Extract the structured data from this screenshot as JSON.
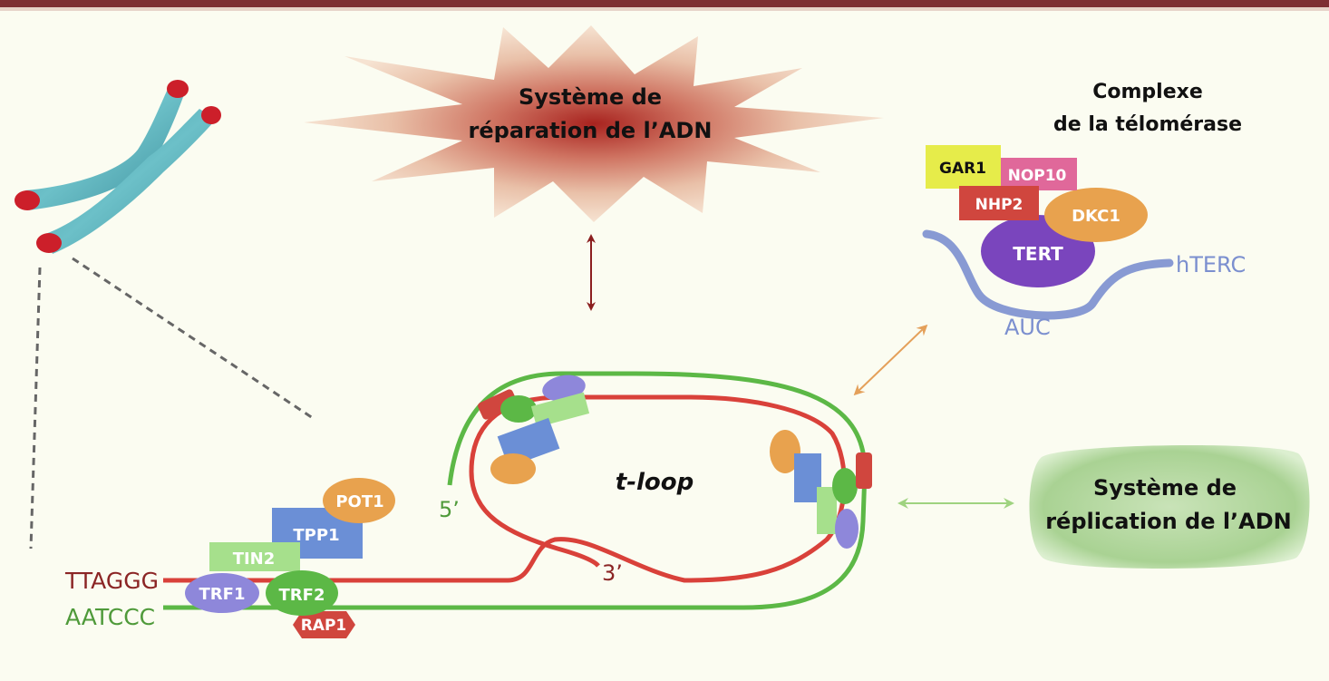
{
  "repair_system": {
    "line1": "Système de",
    "line2": "réparation de l’ADN"
  },
  "telomerase": {
    "title_line1": "Complexe",
    "title_line2": "de la télomérase",
    "proteins": {
      "gar1": "GAR1",
      "nop10": "NOP10",
      "nhp2": "NHP2",
      "dkc1": "DKC1",
      "tert": "TERT"
    },
    "rna": "hTERC",
    "template": "AUC"
  },
  "replication_system": {
    "line1": "Système de",
    "line2": "réplication de l’ADN"
  },
  "tloop_label": "t-loop",
  "strands": {
    "g_strand": "TTAGGG",
    "c_strand": "AATCCC",
    "five_prime": "5’",
    "three_prime": "3’"
  },
  "shelterin": {
    "pot1": "POT1",
    "tpp1": "TPP1",
    "tin2": "TIN2",
    "trf1": "TRF1",
    "trf2": "TRF2",
    "rap1": "RAP1"
  },
  "colors": {
    "g_strand": "#d9413a",
    "c_strand": "#5cb846",
    "text_red": "#8b2525",
    "text_green": "#4f9a3a",
    "hterc": "#7b8fcf",
    "repair_arrow": "#8b1f1f",
    "telomerase_arrow": "#e4a05a",
    "replication_arrow": "#9fd380",
    "pot1": "#e8a24e",
    "tpp1": "#6b8fd6",
    "tin2": "#a6e08c",
    "trf1": "#8e87da",
    "trf2": "#5cb846",
    "rap1": "#d0463e",
    "gar1": "#e6ec4a",
    "nop10": "#e0689a",
    "nhp2": "#d0463e",
    "dkc1": "#e8a24e",
    "tert": "#7a45bd"
  }
}
